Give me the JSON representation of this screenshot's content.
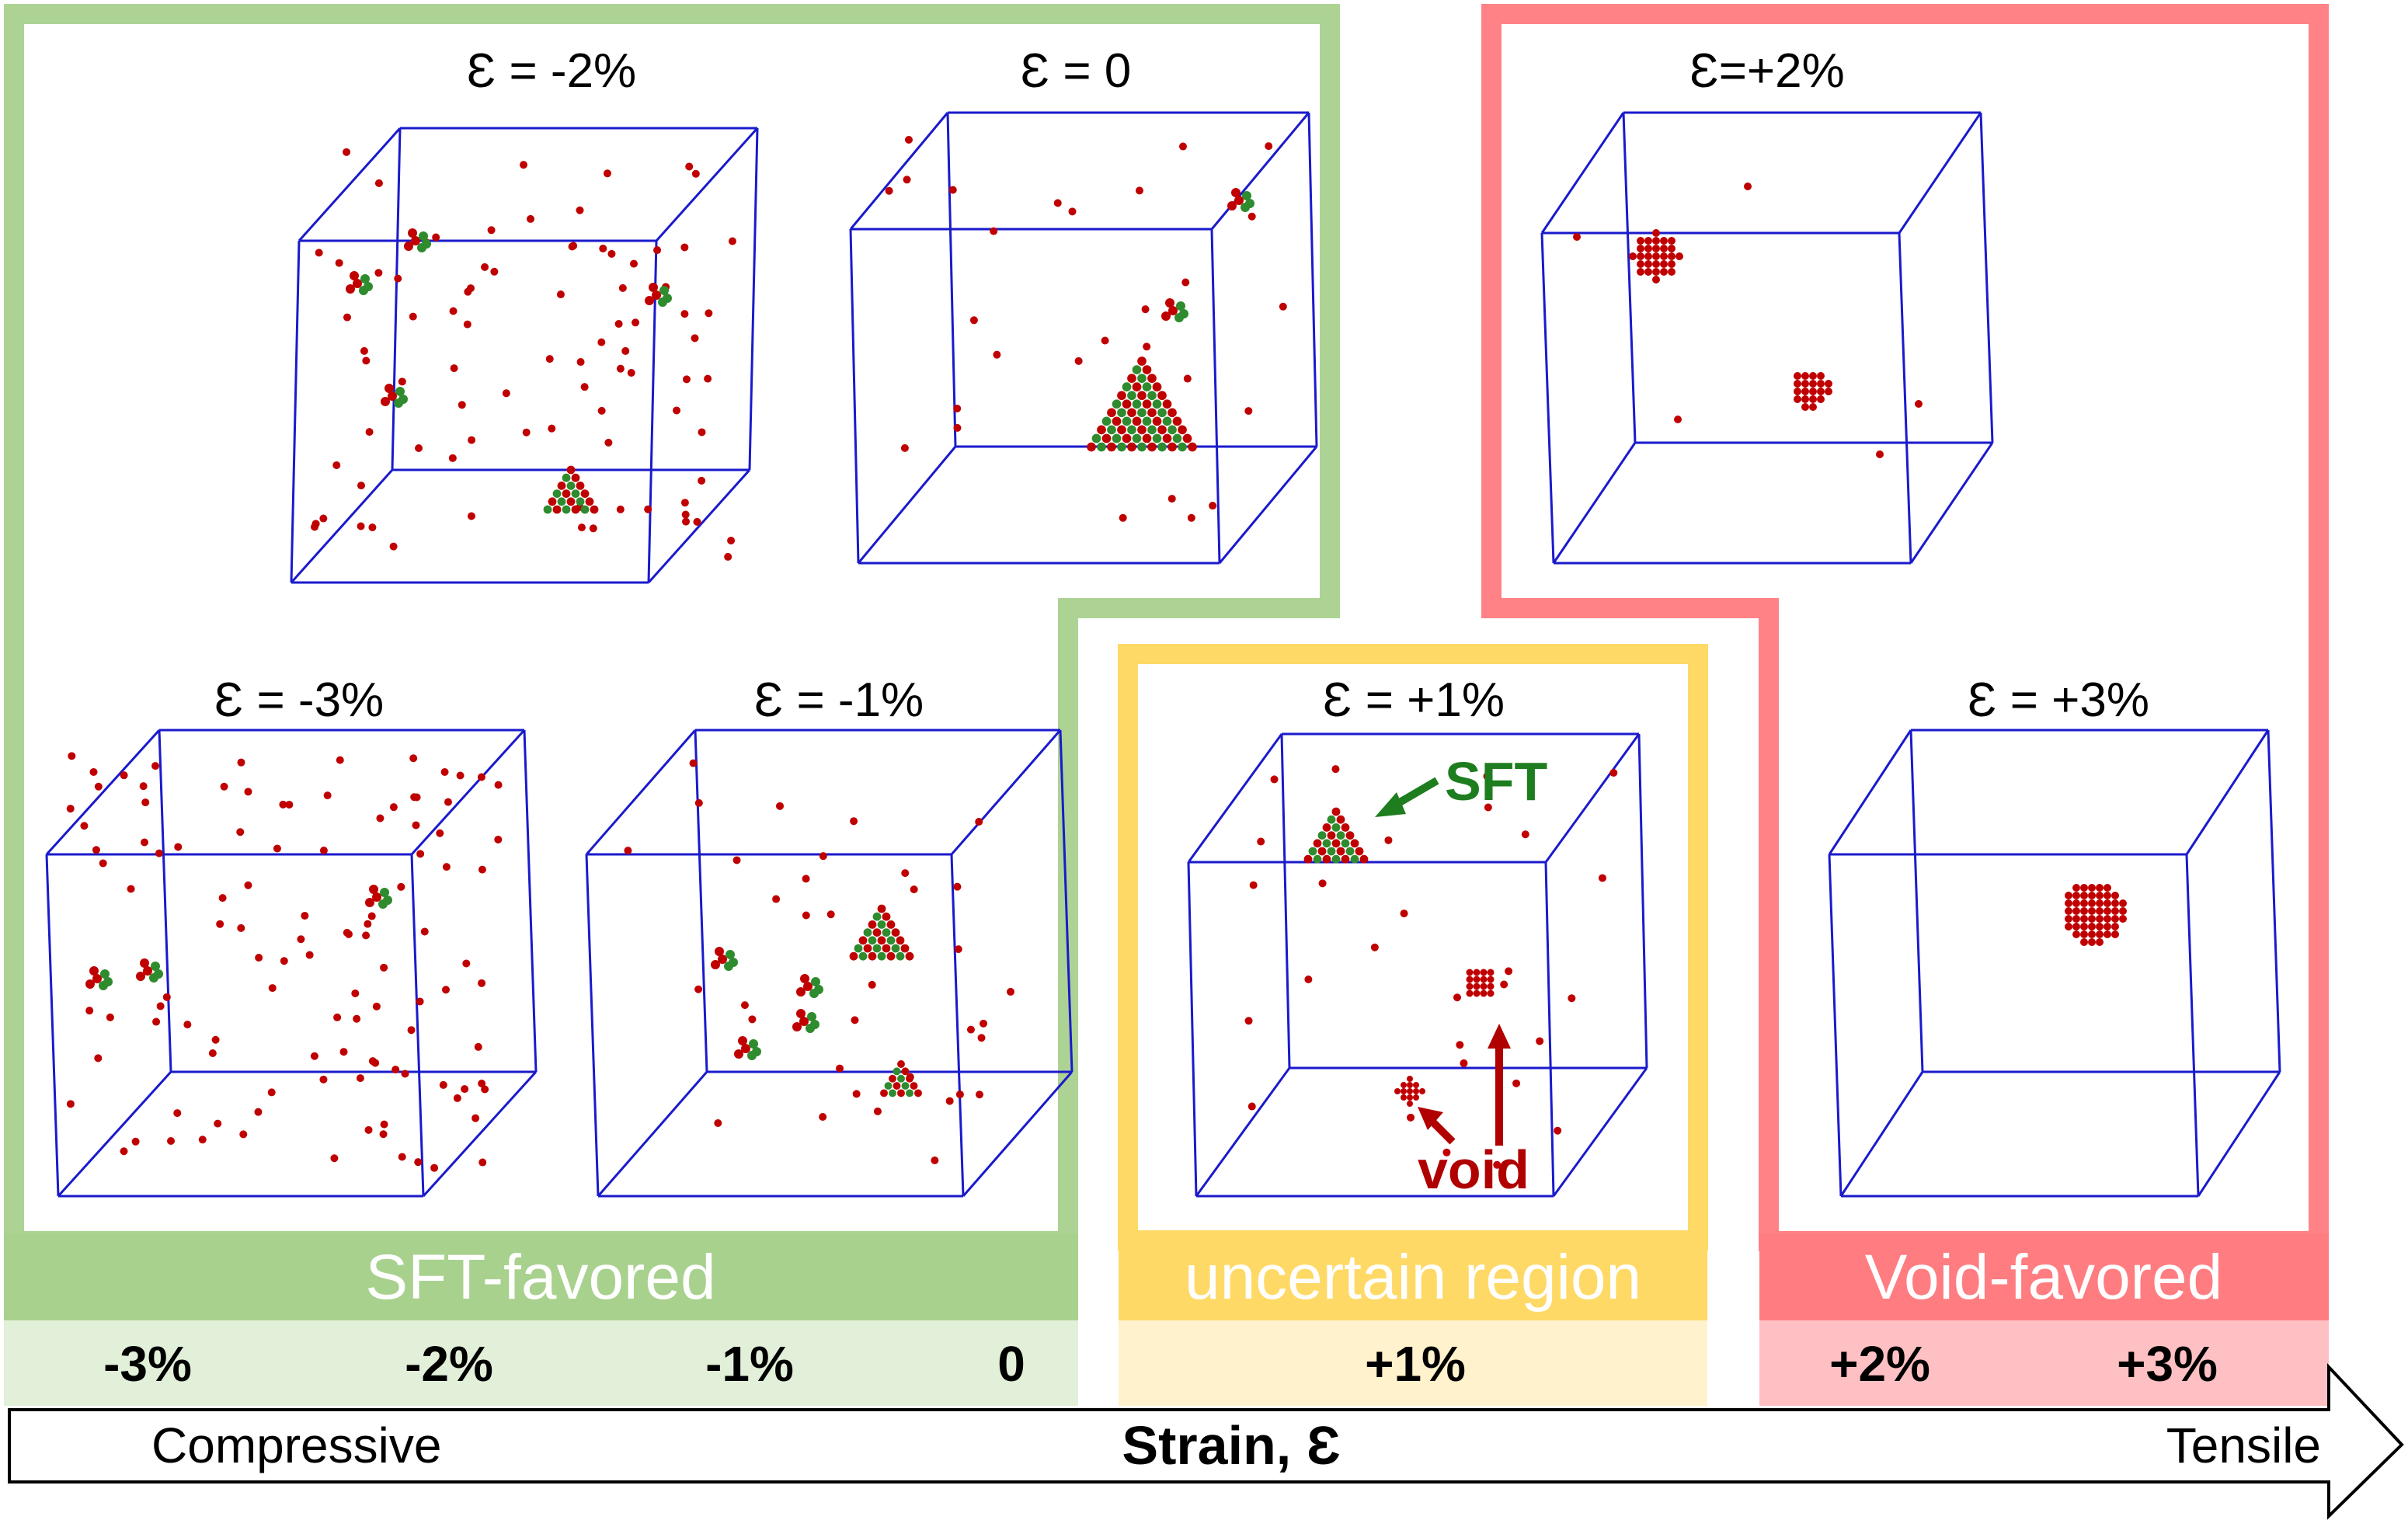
{
  "panels": [
    {
      "id": "m2",
      "label": "Ɛ = -2%"
    },
    {
      "id": "z0",
      "label": "Ɛ = 0"
    },
    {
      "id": "p2",
      "label": "Ɛ=+2%"
    },
    {
      "id": "m3",
      "label": "Ɛ = -3%"
    },
    {
      "id": "m1",
      "label": "Ɛ = -1%"
    },
    {
      "id": "p1",
      "label": "Ɛ = +1%"
    },
    {
      "id": "p3",
      "label": "Ɛ = +3%"
    }
  ],
  "annotations": {
    "sft": "SFT",
    "void": "void"
  },
  "regions": {
    "sft": {
      "label": "SFT-favored",
      "values": [
        "-3%",
        "-2%",
        "-1%",
        "0"
      ],
      "color": "#a9d18e",
      "light": "#e2efd9"
    },
    "uncertain": {
      "label": "uncertain region",
      "values": [
        "+1%"
      ],
      "color": "#ffd966",
      "light": "#fff2cc"
    },
    "void": {
      "label": "Void-favored",
      "values": [
        "+2%",
        "+3%"
      ],
      "color": "#ff7c80",
      "light": "#ffc0c3"
    }
  },
  "axis": {
    "left": "Compressive",
    "center": "Strain, Ɛ",
    "right": "Tensile"
  },
  "colors": {
    "cube": "#1a1acc",
    "atom": "#c00000",
    "atom_green": "#2e8b2e",
    "sft_arrow": "#1e7d1e",
    "void_arrow": "#b00000"
  }
}
